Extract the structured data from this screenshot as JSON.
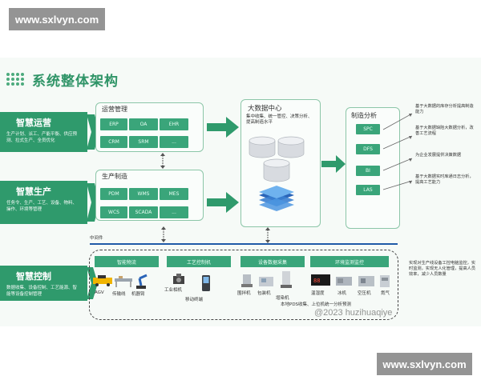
{
  "watermark": "www.sxlvyn.com",
  "title": "系统整体架构",
  "left": [
    {
      "title": "智慧运营",
      "desc": "生产计划、派工、产能平衡、供应预测、拉式生产、全员优化"
    },
    {
      "title": "智慧生产",
      "desc": "任务令、生产、工艺、设备、物料、操作、环境等管理"
    },
    {
      "title": "智慧控制",
      "desc": "数据收集、设备控制、工艺能源、智能等设备控制管理"
    }
  ],
  "ops": {
    "title": "运营管理",
    "chips": [
      "ERP",
      "OA",
      "EHR",
      "CRM",
      "SRM",
      "..."
    ]
  },
  "prod": {
    "title": "生产制造",
    "chips": [
      "PDM",
      "WMS",
      "MES",
      "WCS",
      "SCADA",
      "..."
    ]
  },
  "bigdata": {
    "title": "大数据中心",
    "desc": "集中收集、统一管控、决策分析、提高制造水平"
  },
  "analysis": {
    "title": "制造分析",
    "chips": [
      "SPC",
      "DFS",
      "BI",
      "LAS"
    ]
  },
  "notes": [
    "基于大数据的库存分析提高制造能力",
    "基于大数据缺陷大数据分析，改善工艺流程",
    "为企业发展提供决策数据",
    "基于大数据实时库通日志分析，提高工艺能力"
  ],
  "middleware": "中间件",
  "control": {
    "chips": [
      "智能物流",
      "工艺控制机",
      "设备数据采集",
      "环境监测监控"
    ],
    "devices": [
      "AGV",
      "传输线",
      "机器臂",
      "工业相机",
      "移动终端",
      "围拌机",
      "包装机",
      "增染机",
      "温湿度",
      "冰机",
      "空压机",
      "氮气"
    ],
    "note": "实现对生产线设备工控电脑监控，实时监测，实现无人化管理，提高人员效率，减少人员数量",
    "bottom_label": "本地PDS收集、上位机统一分析预测",
    "watermark_text": "@2023 huzihuaqiye"
  },
  "colors": {
    "accent": "#2f9a6c",
    "chip": "#3aa57a",
    "panel_border": "#8cc6a8"
  }
}
